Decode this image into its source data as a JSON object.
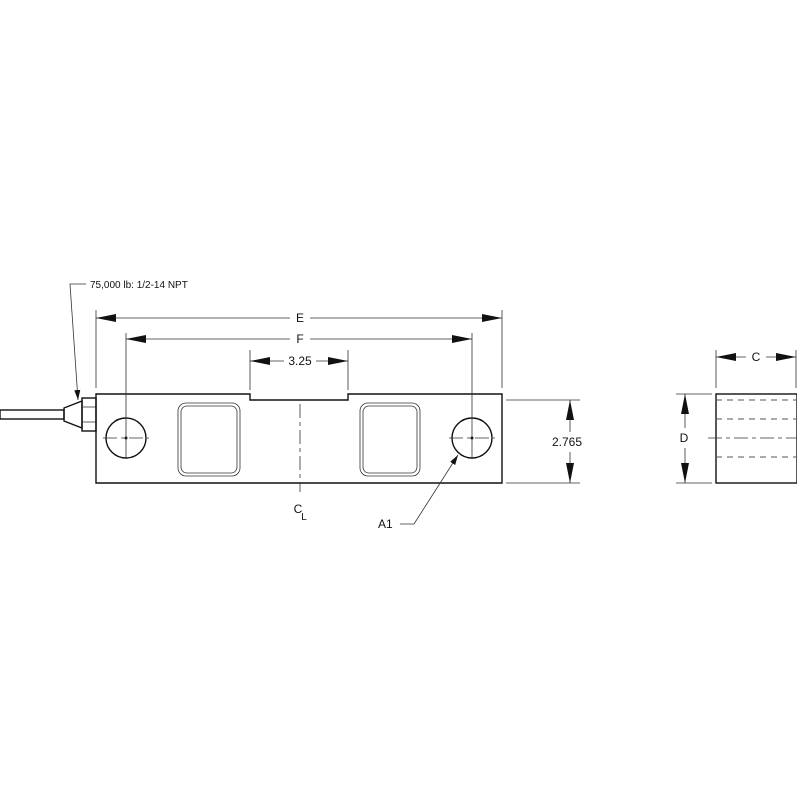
{
  "labels": {
    "connector_note": "75,000 lb: 1/2-14 NPT",
    "dim_E": "E",
    "dim_F": "F",
    "dim_slot": "3.25",
    "dim_height": "2.765",
    "centerline_C": "C",
    "centerline_L": "L",
    "hole_callout": "A1",
    "dim_C": "C",
    "dim_D": "D"
  },
  "colors": {
    "line": "#111111",
    "background": "#ffffff"
  }
}
